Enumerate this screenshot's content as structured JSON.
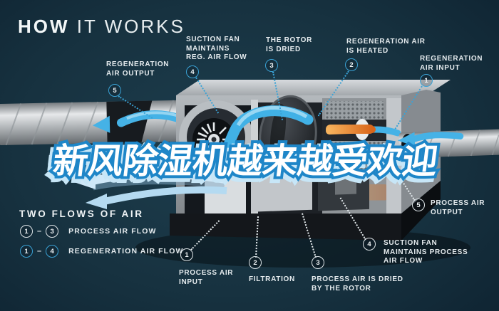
{
  "title": {
    "word_bold": "HOW",
    "word_light": " IT WORKS"
  },
  "headline": {
    "text": "新风除湿机越来越受欢迎"
  },
  "colors": {
    "background": "#16303e",
    "regeneration_accent": "#3aa3d6",
    "process_accent": "#e7edf0",
    "airflow_blue": "#45b2e6",
    "heater_orange": "#ef8c2f",
    "headline_fill": "#ffffff",
    "headline_stroke": "#1e86c8"
  },
  "regeneration_steps": [
    {
      "num": "1",
      "label": "REGENERATION\nAIR INPUT"
    },
    {
      "num": "2",
      "label": "REGENERATION AIR\nIS HEATED"
    },
    {
      "num": "3",
      "label": "THE ROTOR\nIS DRIED"
    },
    {
      "num": "4",
      "label": "SUCTION FAN\nMAINTAINS\nREG. AIR FLOW"
    },
    {
      "num": "5",
      "label": "REGENERATION\nAIR OUTPUT"
    }
  ],
  "process_steps": [
    {
      "num": "1",
      "label": "PROCESS AIR\nINPUT"
    },
    {
      "num": "2",
      "label": "FILTRATION"
    },
    {
      "num": "3",
      "label": "PROCESS AIR IS DRIED\nBY THE ROTOR"
    },
    {
      "num": "4",
      "label": "SUCTION FAN\nMAINTAINS PROCESS\nAIR FLOW"
    },
    {
      "num": "5",
      "label": "PROCESS AIR\nOUTPUT"
    }
  ],
  "legend": {
    "title": "TWO FLOWS OF AIR",
    "dash": "–",
    "rows": [
      {
        "from": "1",
        "to": "3",
        "label": "PROCESS AIR FLOW",
        "style": "process"
      },
      {
        "from": "1",
        "to": "4",
        "label": "REGENERATION AIR FLOW",
        "style": "regeneration"
      }
    ]
  }
}
